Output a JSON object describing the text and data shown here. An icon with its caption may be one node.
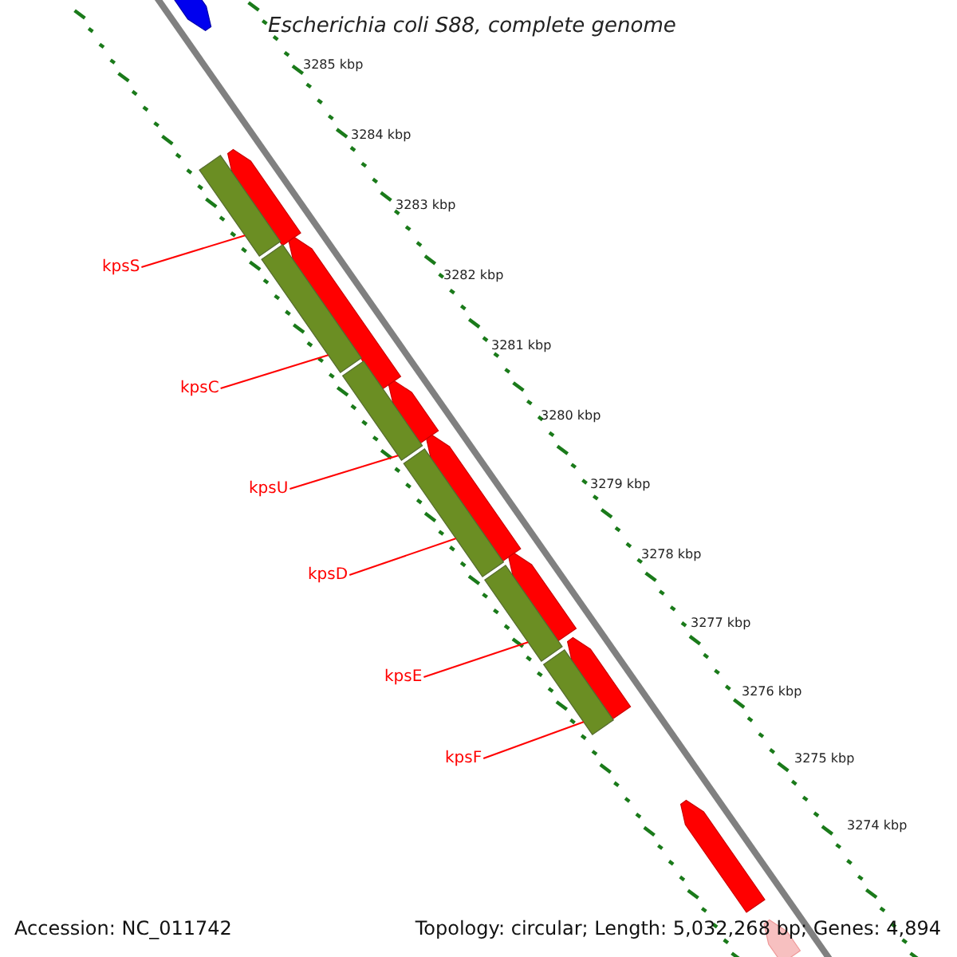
{
  "diagram": {
    "title": "Escherichia coli S88, complete genome",
    "nodes": [
      {
        "text": [
          "kpsS"
        ]
      },
      {
        "text": [],
        "shape": "bar"
      },
      {
        "text": [
          "kpsC"
        ]
      },
      {
        "text": [],
        "shape": "bar"
      },
      {
        "text": [
          "kpsU"
        ]
      },
      {
        "text": [],
        "shape": "bar"
      },
      {
        "text": [
          "kpsD"
        ]
      },
      {
        "text": [],
        "shape": "bar"
      },
      {
        "text": [
          "kpsE"
        ]
      },
      {
        "text": [],
        "shape": "bar"
      },
      {
        "text": [
          "kpsF"
        ]
      },
      {
        "text": [],
        "shape": "bar"
      }
    ],
    "edges": [
      {
        "from": 0,
        "to": 1,
        "arrow": "none"
      },
      {
        "from": 2,
        "to": 3,
        "arrow": "none"
      },
      {
        "from": 4,
        "to": 5,
        "arrow": "none"
      },
      {
        "from": 6,
        "to": 7,
        "arrow": "none"
      },
      {
        "from": 8,
        "to": 9,
        "arrow": "none"
      },
      {
        "from": 10,
        "to": 11,
        "arrow": "none"
      }
    ],
    "labels": [
      "3285 kbp",
      "3284 kbp",
      "3283 kbp",
      "3282 kbp",
      "3281 kbp",
      "3280 kbp",
      "3279 kbp",
      "3278 kbp",
      "3277 kbp",
      "3276 kbp",
      "3275 kbp",
      "3274 kbp",
      "Accession: NC_011742",
      "Topology: circular; Length: 5,032,268 bp; Genes: 4,894"
    ]
  }
}
